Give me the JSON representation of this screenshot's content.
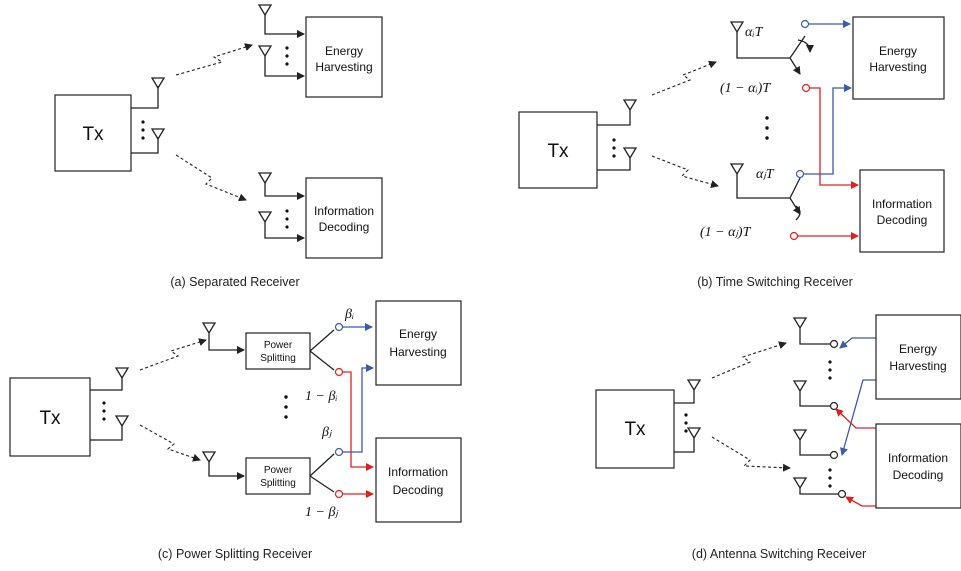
{
  "panel_a": {
    "tx": "Tx",
    "energy": [
      "Energy",
      "Harvesting"
    ],
    "info": [
      "Information",
      "Decoding"
    ],
    "caption": "(a) Separated Receiver"
  },
  "panel_b": {
    "tx": "Tx",
    "energy": [
      "Energy",
      "Harvesting"
    ],
    "info": [
      "Information",
      "Decoding"
    ],
    "alpha_i": "αᵢT",
    "one_minus_alpha_i": "(1 − αᵢ)T",
    "alpha_j": "αⱼT",
    "one_minus_alpha_j": "(1 − αⱼ)T",
    "caption": "(b) Time Switching Receiver"
  },
  "panel_c": {
    "tx": "Tx",
    "ps": [
      "Power",
      "Splitting"
    ],
    "energy": [
      "Energy",
      "Harvesting"
    ],
    "info": [
      "Information",
      "Decoding"
    ],
    "beta_i": "βᵢ",
    "one_minus_beta_i": "1 − βᵢ",
    "beta_j": "βⱼ",
    "one_minus_beta_j": "1 − βⱼ",
    "caption": "(c) Power Splitting Receiver"
  },
  "panel_d": {
    "tx": "Tx",
    "energy": [
      "Energy",
      "Harvesting"
    ],
    "info": [
      "Information",
      "Decoding"
    ],
    "caption": "(d) Antenna Switching Receiver"
  },
  "colors": {
    "energy_path": "#3a5ba8",
    "info_path": "#e02020",
    "line": "#222222"
  }
}
